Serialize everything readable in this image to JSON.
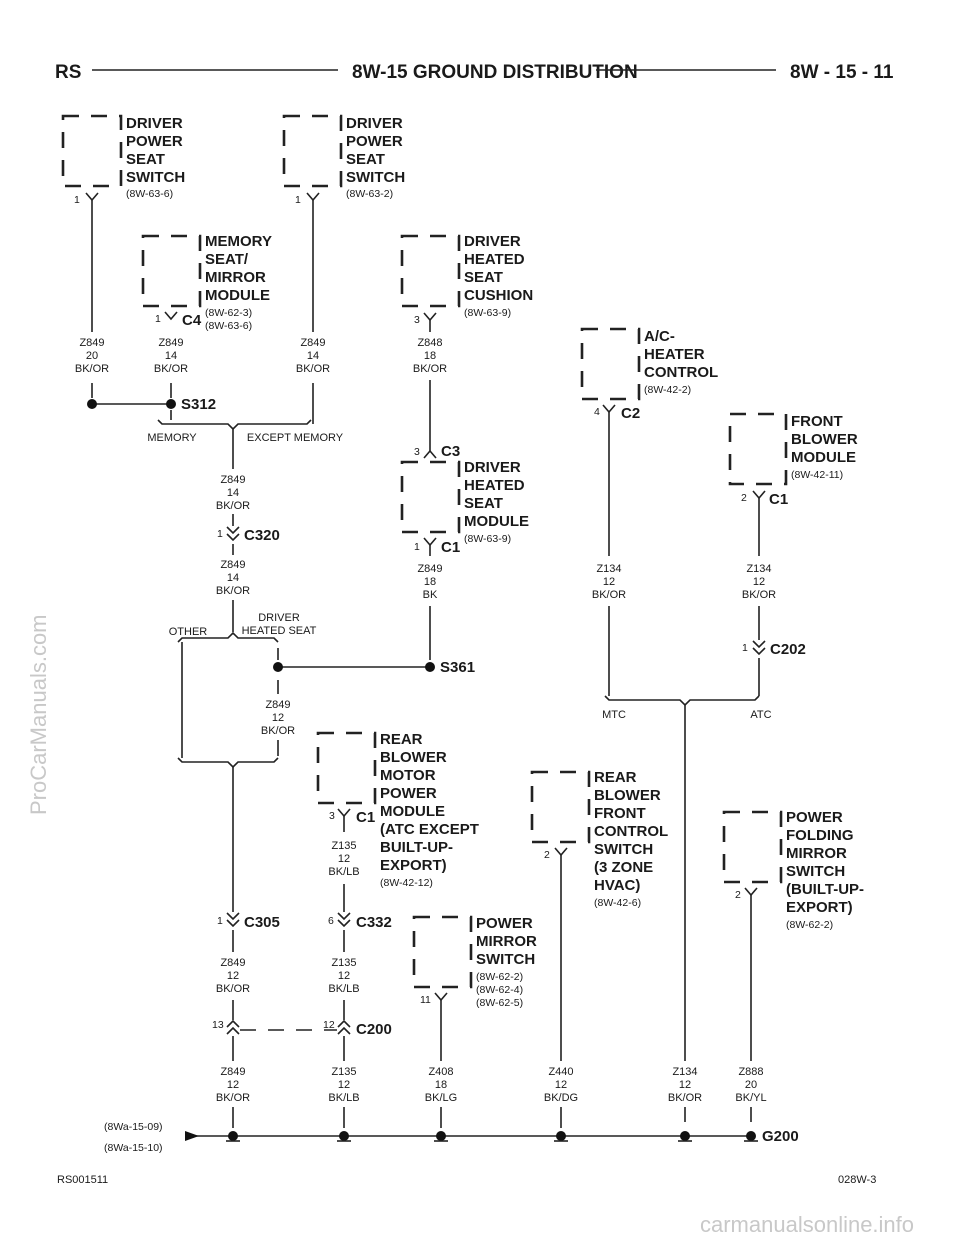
{
  "header": {
    "left": "RS",
    "title": "8W-15 GROUND DISTRIBUTION",
    "right": "8W - 15 - 11"
  },
  "footer": {
    "left": "RS001511",
    "right": "028W-3"
  },
  "watermarks": {
    "side": "ProCarManuals.com",
    "bottom": "carmanualsonline.info"
  },
  "components": {
    "dps1": {
      "lines": [
        "DRIVER",
        "POWER",
        "SEAT",
        "SWITCH"
      ],
      "refs": [
        "(8W-63-6)"
      ],
      "pin": "1"
    },
    "dps2": {
      "lines": [
        "DRIVER",
        "POWER",
        "SEAT",
        "SWITCH"
      ],
      "refs": [
        "(8W-63-2)"
      ],
      "pin": "1"
    },
    "mem": {
      "lines": [
        "MEMORY",
        "SEAT/",
        "MIRROR",
        "MODULE"
      ],
      "refs": [
        "(8W-62-3)",
        "(8W-63-6)"
      ],
      "pin": "1",
      "conn": "C4"
    },
    "dhc": {
      "lines": [
        "DRIVER",
        "HEATED",
        "SEAT",
        "CUSHION"
      ],
      "refs": [
        "(8W-63-9)"
      ],
      "pin": "3"
    },
    "dhm": {
      "lines": [
        "DRIVER",
        "HEATED",
        "SEAT",
        "MODULE"
      ],
      "refs": [
        "(8W-63-9)"
      ],
      "pin_top": "3",
      "conn_top": "C3",
      "pin": "1",
      "conn": "C1"
    },
    "ac": {
      "lines": [
        "A/C-",
        "HEATER",
        "CONTROL"
      ],
      "refs": [
        "(8W-42-2)"
      ],
      "pin": "4",
      "conn": "C2"
    },
    "fbm": {
      "lines": [
        "FRONT",
        "BLOWER",
        "MODULE"
      ],
      "refs": [
        "(8W-42-11)"
      ],
      "pin": "2",
      "conn": "C1"
    },
    "rbm": {
      "lines": [
        "REAR",
        "BLOWER",
        "MOTOR",
        "POWER",
        "MODULE",
        "(ATC EXCEPT",
        "BUILT-UP-",
        "EXPORT)"
      ],
      "refs": [
        "(8W-42-12)"
      ],
      "pin": "3",
      "conn": "C1"
    },
    "rbf": {
      "lines": [
        "REAR",
        "BLOWER",
        "FRONT",
        "CONTROL",
        "SWITCH",
        "(3 ZONE",
        "HVAC)"
      ],
      "refs": [
        "(8W-42-6)"
      ],
      "pin": "2"
    },
    "pfm": {
      "lines": [
        "POWER",
        "FOLDING",
        "MIRROR",
        "SWITCH",
        "(BUILT-UP-",
        "EXPORT)"
      ],
      "refs": [
        "(8W-62-2)"
      ],
      "pin": "2"
    },
    "pms": {
      "lines": [
        "POWER",
        "MIRROR",
        "SWITCH"
      ],
      "refs": [
        "(8W-62-2)",
        "(8W-62-4)",
        "(8W-62-5)"
      ],
      "pin": "11"
    }
  },
  "wires": {
    "w1": [
      "Z849",
      "20",
      "BK/OR"
    ],
    "w2": [
      "Z849",
      "14",
      "BK/OR"
    ],
    "w3": [
      "Z849",
      "14",
      "BK/OR"
    ],
    "w4": [
      "Z848",
      "18",
      "BK/OR"
    ],
    "w5": [
      "Z849",
      "14",
      "BK/OR"
    ],
    "w6": [
      "Z849",
      "14",
      "BK/OR"
    ],
    "w7": [
      "Z849",
      "18",
      "BK"
    ],
    "w8": [
      "Z134",
      "12",
      "BK/OR"
    ],
    "w9": [
      "Z134",
      "12",
      "BK/OR"
    ],
    "w10": [
      "Z849",
      "12",
      "BK/OR"
    ],
    "w11": [
      "Z135",
      "12",
      "BK/LB"
    ],
    "w12": [
      "Z849",
      "12",
      "BK/OR"
    ],
    "w13": [
      "Z135",
      "12",
      "BK/LB"
    ],
    "w14": [
      "Z849",
      "12",
      "BK/OR"
    ],
    "w15": [
      "Z135",
      "12",
      "BK/LB"
    ],
    "w16": [
      "Z408",
      "18",
      "BK/LG"
    ],
    "w17": [
      "Z440",
      "12",
      "BK/DG"
    ],
    "w18": [
      "Z134",
      "12",
      "BK/OR"
    ],
    "w19": [
      "Z888",
      "20",
      "BK/YL"
    ]
  },
  "connectors": {
    "c320": {
      "name": "C320",
      "pin": "1"
    },
    "c202": {
      "name": "C202",
      "pin": "1"
    },
    "c305": {
      "name": "C305",
      "pin": "1"
    },
    "c332": {
      "name": "C332",
      "pin": "6"
    },
    "c200": {
      "name": "C200",
      "pin_left": "13",
      "pin_right": "12"
    }
  },
  "splices": {
    "s312": "S312",
    "s361": "S361"
  },
  "ground": {
    "name": "G200",
    "refs": [
      "(8Wa-15-09)",
      "(8Wa-15-10)"
    ]
  },
  "options": {
    "memory": "MEMORY",
    "except_memory": "EXCEPT MEMORY",
    "other": "OTHER",
    "driver_heated": [
      "DRIVER",
      "HEATED SEAT"
    ],
    "mtc": "MTC",
    "atc": "ATC"
  }
}
